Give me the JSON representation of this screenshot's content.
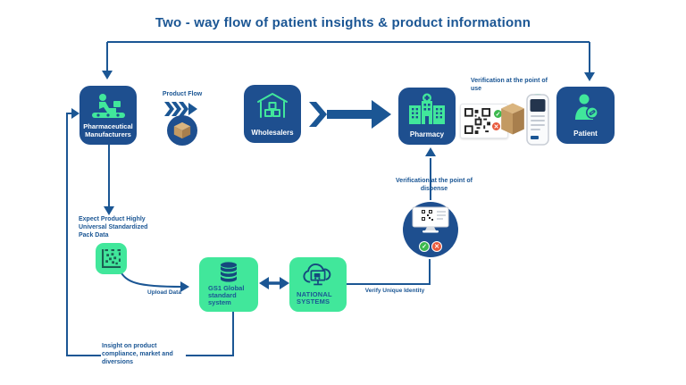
{
  "title": "Two - way flow of patient insights & product informationn",
  "colors": {
    "blue": "#1b5694",
    "boxblue": "#1e4f8f",
    "mint": "#41e79b",
    "navy": "#15497e",
    "checkgreen": "#3cb94e",
    "crossred": "#e8593c",
    "tanlight": "#dab57f",
    "tanmid": "#c39a63",
    "tandark": "#a87f4d",
    "qrdark": "#222222",
    "dmteal": "#1d5f53"
  },
  "nodes": {
    "manufacturers": {
      "label": "Pharmaceutical Manufacturers"
    },
    "wholesalers": {
      "label": "Wholesalers"
    },
    "pharmacy": {
      "label": "Pharmacy"
    },
    "patient": {
      "label": "Patient"
    },
    "gs1": {
      "label": "GS1 Global standard system"
    },
    "national_systems": {
      "label": "NATIONAL SYSTEMS"
    }
  },
  "annotations": {
    "product_flow": "Product Flow",
    "verification_point_of_use": "Verification at the point of use",
    "verification_point_of_dispense": "Verification at the point of dispense",
    "expect_product": "Expect Product Highly Universal Standardized Pack Data",
    "upload_data": "Upload Data",
    "verify_unique_identity": "Verify Unique Identity",
    "insight": "Insight on product compliance, market and diversions"
  },
  "marks": {
    "check": "✓",
    "cross": "✕"
  },
  "icons": {
    "manufacturers": "factory-conveyor-worker-icon",
    "wholesalers": "warehouse-icon",
    "pharmacy": "pharmacy-building-icon",
    "patient": "patient-pill-icon",
    "gs1": "database-icon",
    "national_systems": "cloud-monitor-icon",
    "product_flow": "package-box-icon",
    "point_of_use": "qr-code-icon, package-box-icon, handheld-scanner-icon",
    "point_of_dispense": "monitor-qr-icon",
    "unique_id": "datamatrix-icon"
  }
}
